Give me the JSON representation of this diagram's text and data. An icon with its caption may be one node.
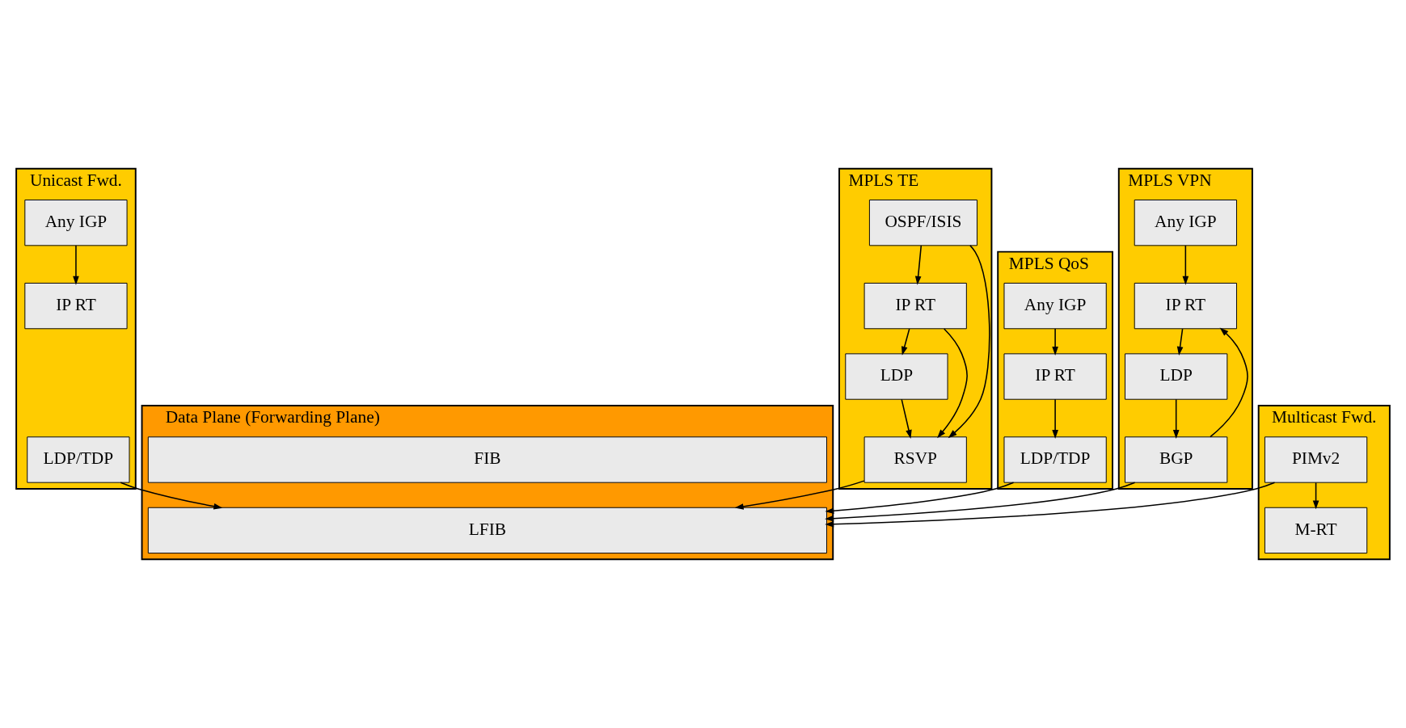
{
  "diagram": {
    "nodes": [
      {
        "text": [
          "Unicast Fwd."
        ]
      },
      {
        "text": [
          "Any IGP"
        ],
        "in": 0
      },
      {
        "text": [
          "IP RT"
        ],
        "in": 0
      },
      {
        "text": [
          "LDP/TDP"
        ],
        "in": 0
      },
      {
        "text": [
          "Multicast Fwd."
        ]
      },
      {
        "text": [
          "M-RT"
        ],
        "in": 4
      },
      {
        "text": [
          "PIMv2"
        ],
        "in": 4
      },
      {
        "text": [
          "MPLS TE"
        ]
      },
      {
        "text": [
          "OSPF/ISIS"
        ],
        "in": 7
      },
      {
        "text": [
          "IP RT"
        ],
        "in": 7
      },
      {
        "text": [
          "LDP"
        ],
        "in": 7
      },
      {
        "text": [
          "RSVP"
        ],
        "in": 7
      },
      {
        "text": [
          "MPLS QoS"
        ]
      },
      {
        "text": [
          "Any IGP"
        ],
        "in": 12
      },
      {
        "text": [
          "IP RT"
        ],
        "in": 12
      },
      {
        "text": [
          "LDP/TDP"
        ],
        "in": 12
      },
      {
        "text": [
          "MPLS VPN"
        ]
      },
      {
        "text": [
          "Any IGP"
        ],
        "in": 16
      },
      {
        "text": [
          "IP RT"
        ],
        "in": 16
      },
      {
        "text": [
          "LDP"
        ],
        "in": 16
      },
      {
        "text": [
          "BGP"
        ],
        "in": 16
      },
      {
        "text": [
          "Data Plane (Forwarding Plane)"
        ]
      },
      {
        "text": [
          "FIB"
        ],
        "in": 21
      },
      {
        "text": [
          "LFIB"
        ],
        "in": 21
      }
    ],
    "edges": [
      {
        "from": 1,
        "to": 2,
        "arrow": "to"
      },
      {
        "from": 3,
        "to": 23,
        "arrow": "to"
      },
      {
        "from": 6,
        "to": 5,
        "arrow": "to"
      },
      {
        "from": 6,
        "to": 23,
        "arrow": "to"
      },
      {
        "from": 8,
        "to": 9,
        "arrow": "to"
      },
      {
        "from": 8,
        "to": 11,
        "arrow": "to"
      },
      {
        "from": 9,
        "to": 10,
        "arrow": "to"
      },
      {
        "from": 9,
        "to": 11,
        "arrow": "to"
      },
      {
        "from": 10,
        "to": 11,
        "arrow": "to"
      },
      {
        "from": 11,
        "to": 23,
        "arrow": "to"
      },
      {
        "from": 13,
        "to": 14,
        "arrow": "to"
      },
      {
        "from": 14,
        "to": 15,
        "arrow": "to"
      },
      {
        "from": 15,
        "to": 23,
        "arrow": "to"
      },
      {
        "from": 17,
        "to": 18,
        "arrow": "to"
      },
      {
        "from": 18,
        "to": 19,
        "arrow": "to"
      },
      {
        "from": 20,
        "to": 18,
        "arrow": "to"
      },
      {
        "from": 19,
        "to": 20,
        "arrow": "to"
      },
      {
        "from": 20,
        "to": 23,
        "arrow": "to"
      }
    ]
  }
}
